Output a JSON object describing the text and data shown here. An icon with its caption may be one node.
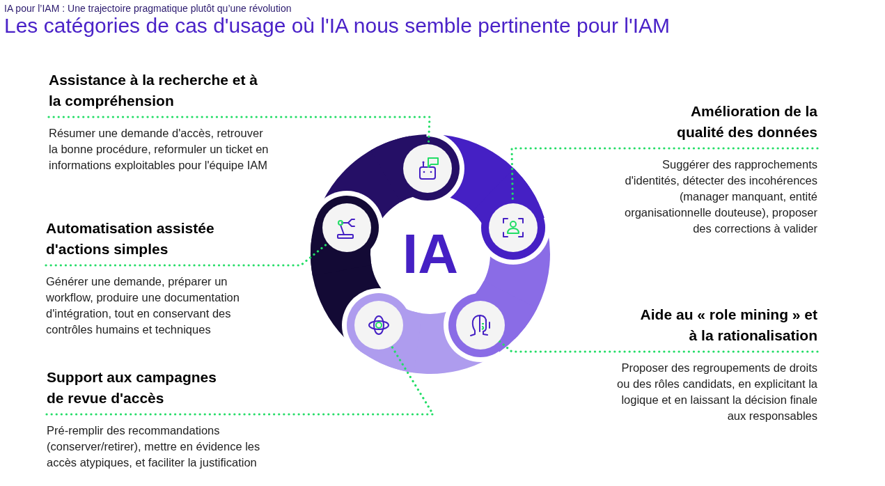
{
  "diagram": {
    "title": "Les catégories de cas d'usage où l'IA nous semble pertinente pour l'IAM",
    "nodes": [
      {
        "text": [
          "IA"
        ]
      },
      {
        "text": [],
        "shape": "circle"
      },
      {
        "text": [],
        "shape": "circle"
      },
      {
        "text": [],
        "shape": "circle"
      },
      {
        "text": [],
        "shape": "circle"
      },
      {
        "text": [],
        "shape": "circle"
      },
      {
        "text": [
          "Assistance à la recherche et à la compréhension",
          "Résumer une demande d'accès, retrouver la bonne procédure, reformuler un ticket en informations exploitables pour l'équipe IAM"
        ]
      },
      {
        "text": [
          "Amélioration de la qualité des données",
          "Suggérer des rapprochements d'identités, détecter des incohérences (manager manquant, entité organisationnelle douteuse), proposer des corrections à valider"
        ]
      },
      {
        "text": [
          "Automatisation assistée d'actions simples",
          "Générer une demande, préparer un workflow, produire une documentation d'intégration, tout en conservant des contrôles humains et techniques"
        ]
      },
      {
        "text": [
          "Aide au « role mining » et à la rationalisation",
          "Proposer des regroupements de droits ou des rôles candidats, en explicitant la logique et en laissant la décision finale aux responsables"
        ]
      },
      {
        "text": [
          "Support aux campagnes de revue d'accès",
          "Pré-remplir des recommandations (conserver/retirer), mettre en évidence les accès atypiques, et faciliter la justification"
        ]
      }
    ],
    "edges": [
      {
        "from": 6,
        "to": 1,
        "arrow": "none",
        "style": "dashed"
      },
      {
        "from": 7,
        "to": 3,
        "arrow": "none",
        "style": "dashed"
      },
      {
        "from": 8,
        "to": 2,
        "arrow": "none",
        "style": "dashed"
      },
      {
        "from": 9,
        "to": 5,
        "arrow": "none",
        "style": "dashed"
      },
      {
        "from": 10,
        "to": 4,
        "arrow": "none",
        "style": "dashed"
      }
    ],
    "labels": [
      "IA pour l’IAM : Une trajectoire pragmatique plutôt qu’une révolution"
    ]
  }
}
